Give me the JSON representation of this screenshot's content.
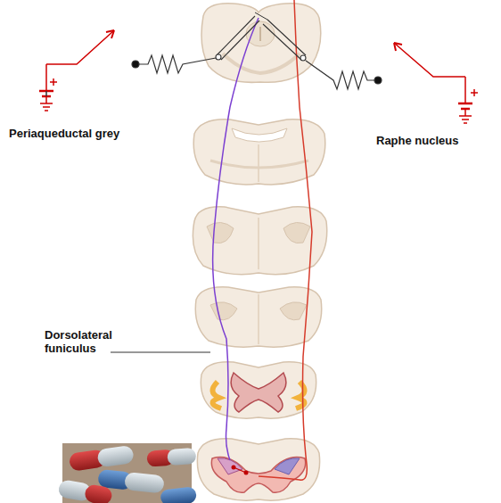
{
  "diagram": {
    "labels": [
      "Periaqueductal grey",
      "Raphe nucleus",
      "Dorsolateral funiculus"
    ]
  }
}
